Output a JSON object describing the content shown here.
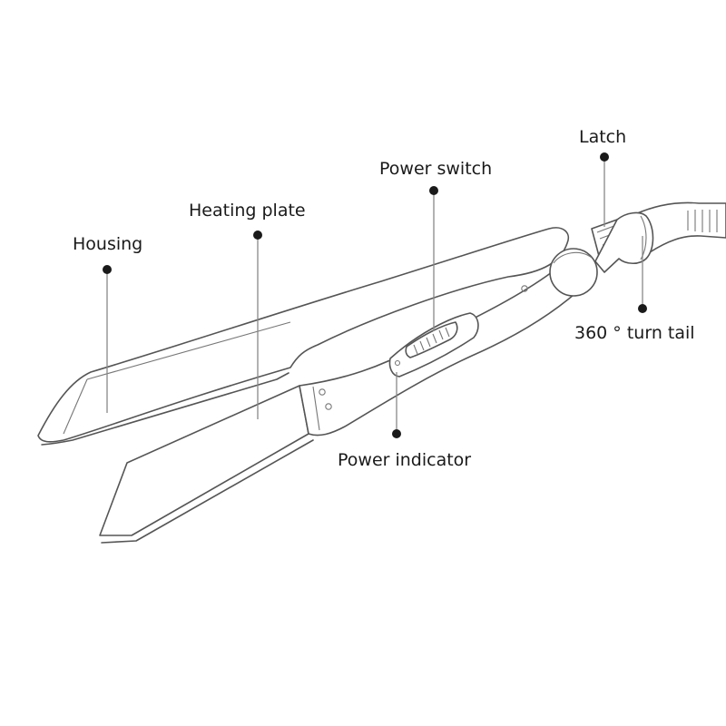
{
  "labels": {
    "housing": "Housing",
    "heating_plate": "Heating plate",
    "power_switch": "Power switch",
    "latch": "Latch",
    "turn_tail": "360 ° turn tail",
    "power_indicator": "Power indicator"
  }
}
